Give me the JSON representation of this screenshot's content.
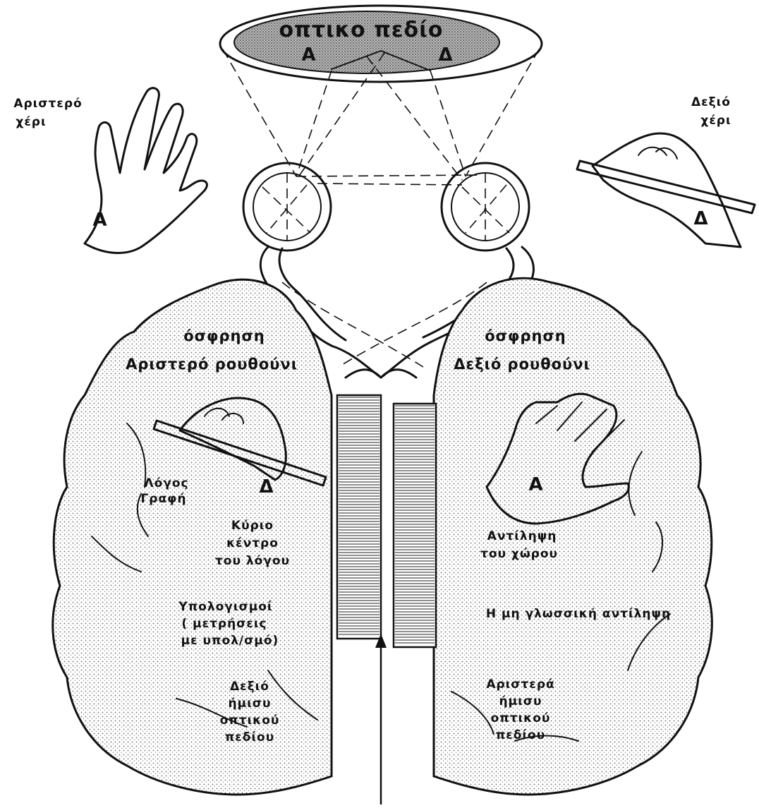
{
  "visual_field": {
    "title": "οπτικο πεδίο",
    "left_mark": "Α",
    "right_mark": "Δ"
  },
  "left_hand": {
    "label_lines": [
      "Αριστερό",
      "χέρι"
    ],
    "mark": "Α"
  },
  "right_hand": {
    "label_lines": [
      "Δεξιό",
      "χέρι"
    ],
    "mark": "Δ"
  },
  "left_hemisphere": {
    "smell": "όσφρηση",
    "nostril": "Αριστερό ρουθούνι",
    "writing_mark": "Δ",
    "speech_lines": [
      "Λόγος",
      "Γραφή"
    ],
    "speech_center_lines": [
      "Κύριο",
      "κέντρο",
      "του λόγου"
    ],
    "calculation_lines": [
      "Υπολογισμοί",
      "( μετρήσεις",
      "με υπολ/σμό)"
    ],
    "visual_half_lines": [
      "Δεξιό",
      "ήμισυ",
      "οπτικού",
      "πεδίου"
    ]
  },
  "right_hemisphere": {
    "smell": "όσφρηση",
    "nostril": "Δεξιό ρουθούνι",
    "hand_mark": "Α",
    "space_lines": [
      "Αντίληψη",
      "του χώρου"
    ],
    "nonverbal": "Η μη γλωσσική αντίληψη",
    "visual_half_lines": [
      "Αριστερά",
      "ήμισυ",
      "οπτικού",
      "πεδίου"
    ]
  },
  "colors": {
    "ink": "#111111",
    "stipple": "#cfcfcf",
    "background": "#ffffff"
  }
}
